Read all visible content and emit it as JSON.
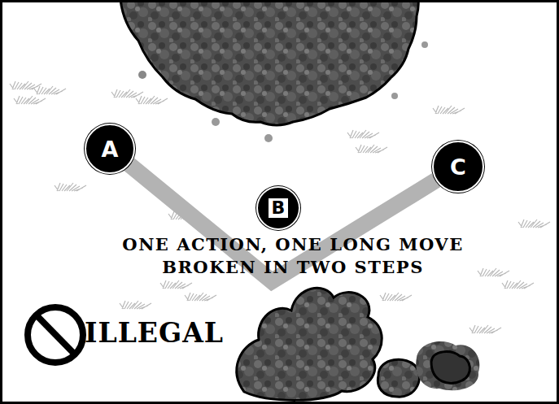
{
  "diagram": {
    "nodes": [
      {
        "text": [
          "A"
        ]
      },
      {
        "text": [
          "B"
        ]
      },
      {
        "text": [
          "C"
        ]
      }
    ],
    "edges": [
      {
        "from": 0,
        "to": 2,
        "arrow": "none"
      }
    ],
    "labels": [
      "ONE ACTION, ONE LONG MOVE BROKEN IN TWO STEPS",
      "ILLEGAL"
    ]
  }
}
